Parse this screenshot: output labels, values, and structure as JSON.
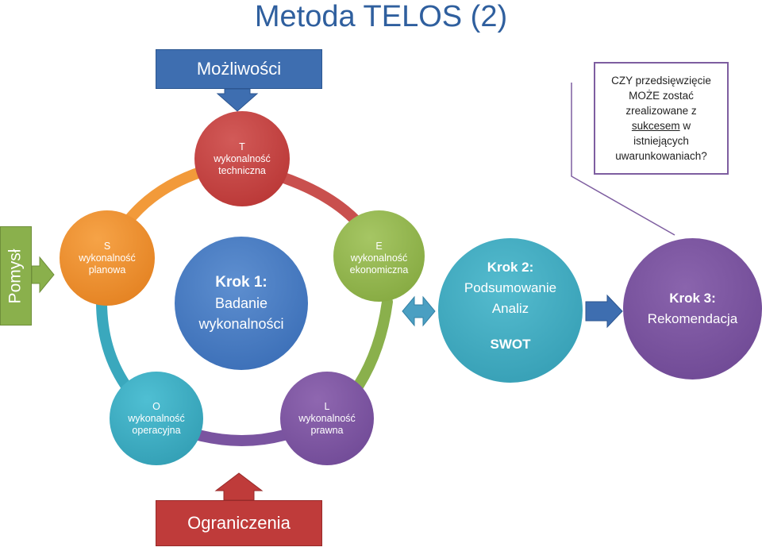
{
  "title": "Metoda TELOS (2)",
  "top_box": "Możliwości",
  "bottom_box": "Ograniczenia",
  "side_label": "Pomysł",
  "question": {
    "line1": "CZY przedsięwzięcie",
    "line2": "MOŻE zostać",
    "line3": "zrealizowane z",
    "line4_u": "sukcesem",
    "line4_rest": " w",
    "line5": "istniejących",
    "line6": "uwarunkowaniach?"
  },
  "circles": {
    "t": {
      "letter": "T",
      "line1": "wykonalność",
      "line2": "techniczna"
    },
    "s": {
      "letter": "S",
      "line1": "wykonalność",
      "line2": "planowa"
    },
    "e": {
      "letter": "E",
      "line1": "wykonalność",
      "line2": "ekonomiczna"
    },
    "o": {
      "letter": "O",
      "line1": "wykonalność",
      "line2": "operacyjna"
    },
    "l": {
      "letter": "L",
      "line1": "wykonalność",
      "line2": "prawna"
    }
  },
  "step1": {
    "title": "Krok 1:",
    "line1": "Badanie",
    "line2": "wykonalności"
  },
  "step2": {
    "title": "Krok 2:",
    "line1": "Podsumowanie",
    "line2": "Analiz",
    "line3": "SWOT"
  },
  "step3": {
    "title": "Krok 3:",
    "line1": "Rekomendacja"
  },
  "colors": {
    "blue": "#3e6eb0",
    "red": "#bf3b3a",
    "orange": "#f29a3a",
    "green": "#8ab04c",
    "teal": "#3aa8bd",
    "purple": "#7a54a0",
    "ring_red": "#c0504d"
  }
}
